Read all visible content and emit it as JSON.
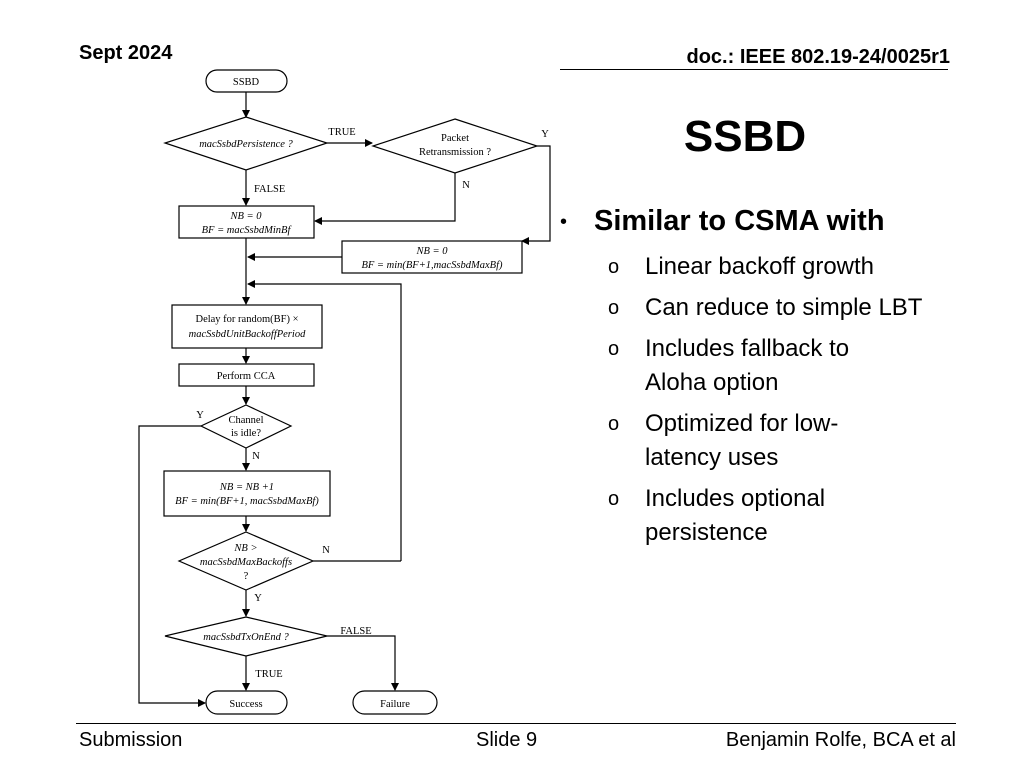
{
  "header": {
    "date": "Sept 2024",
    "doc": "doc.: IEEE 802.19-24/0025r1"
  },
  "slide": {
    "title": "SSBD",
    "bullet_main": "Similar to CSMA with",
    "bullet_marker": "•",
    "sub_marker": "o",
    "sub_items": [
      "Linear backoff growth",
      "Can reduce to simple LBT",
      "Includes fallback to Aloha option",
      "Optimized for low-latency uses",
      "Includes optional persistence"
    ]
  },
  "flowchart": {
    "start": "SSBD",
    "persistence_q": "macSsbdPersistence ?",
    "true_label": "TRUE",
    "false_label": "FALSE",
    "retx_q_line1": "Packet",
    "retx_q_line2": "Retransmission ?",
    "y_label": "Y",
    "n_label": "N",
    "init_min_line1": "NB = 0",
    "init_min_line2": "BF = macSsbdMinBf",
    "init_max_line1": "NB = 0",
    "init_max_line2": "BF = min(BF+1,macSsbdMaxBf)",
    "delay_line1": "Delay for random(BF) ×",
    "delay_line2": "macSsbdUnitBackoffPeriod",
    "cca": "Perform CCA",
    "idle_q_line1": "Channel",
    "idle_q_line2": "is idle?",
    "inc_line1": "NB = NB +1",
    "inc_line2": "BF = min(BF+1, macSsbdMaxBf)",
    "max_q_line1": "NB >",
    "max_q_line2": "macSsbdMaxBackoffs",
    "max_q_line3": "?",
    "tx_q": "macSsbdTxOnEnd ?",
    "success": "Success",
    "failure": "Failure"
  },
  "footer": {
    "left": "Submission",
    "center": "Slide 9",
    "right": "Benjamin Rolfe, BCA et al"
  }
}
